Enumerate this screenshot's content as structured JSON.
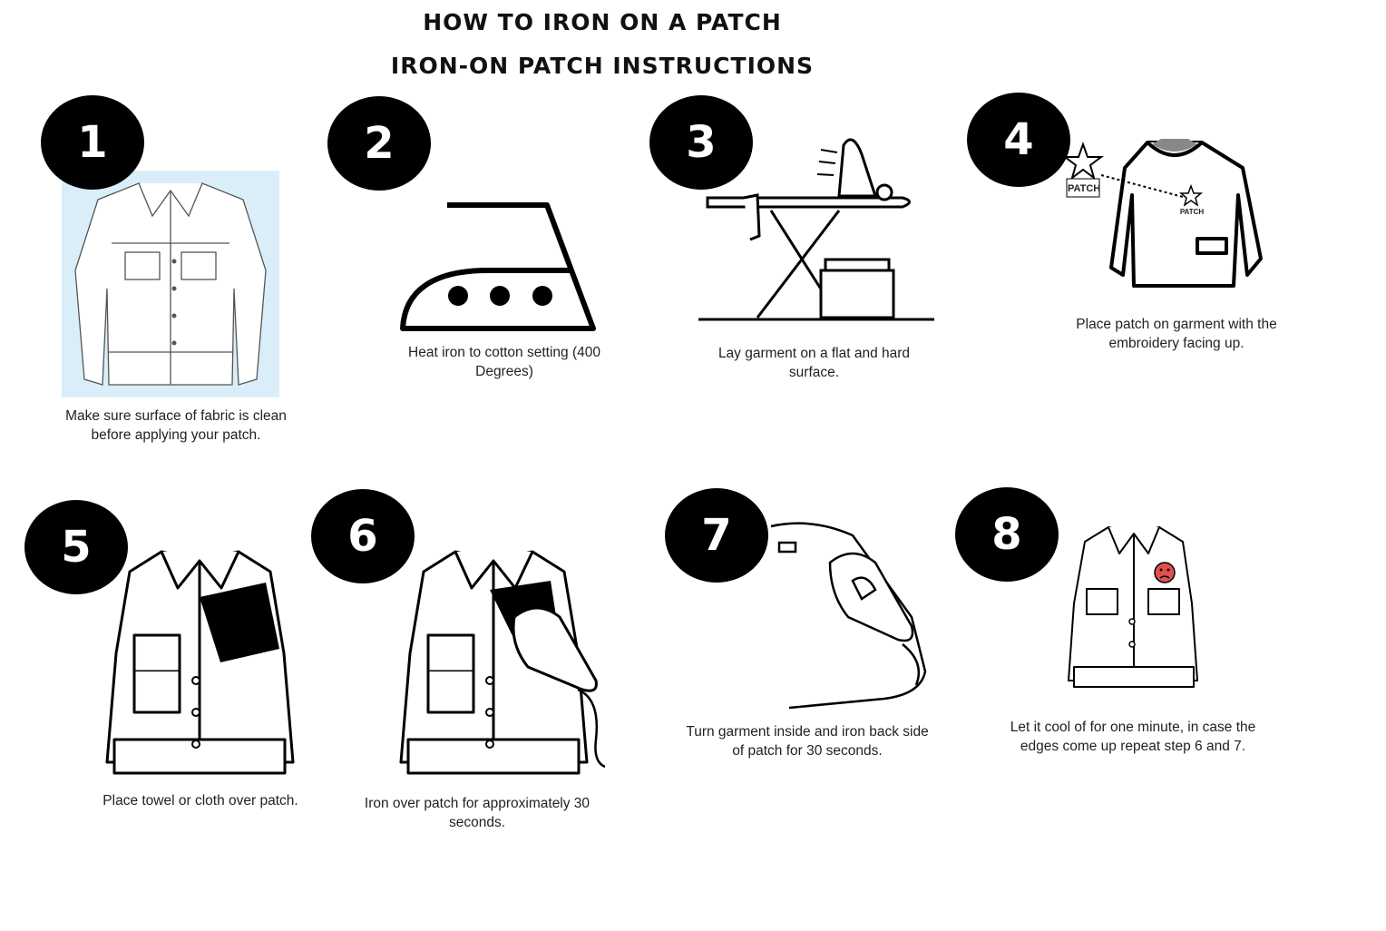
{
  "header": {
    "title": "HOW TO IRON ON A PATCH",
    "subtitle": "IRON-ON PATCH INSTRUCTIONS"
  },
  "steps": [
    {
      "number": "1",
      "caption": "Make sure surface of fabric is clean before applying your patch."
    },
    {
      "number": "2",
      "caption": "Heat iron to cotton setting (400 Degrees)"
    },
    {
      "number": "3",
      "caption": "Lay garment on a flat and hard surface."
    },
    {
      "number": "4",
      "caption": "Place patch on garment with the embroidery facing up."
    },
    {
      "number": "5",
      "caption": "Place towel or cloth over patch."
    },
    {
      "number": "6",
      "caption": "Iron over patch for approximately 30 seconds."
    },
    {
      "number": "7",
      "caption": "Turn garment inside and iron back side of patch for 30 seconds."
    },
    {
      "number": "8",
      "caption": "Let it cool of for one minute, in case the edges come up repeat step 6 and 7."
    }
  ],
  "patch_label": "PATCH",
  "colors": {
    "badge": "#000000",
    "jacket_bg": "#d9eef8",
    "patch_red": "#e05050"
  }
}
